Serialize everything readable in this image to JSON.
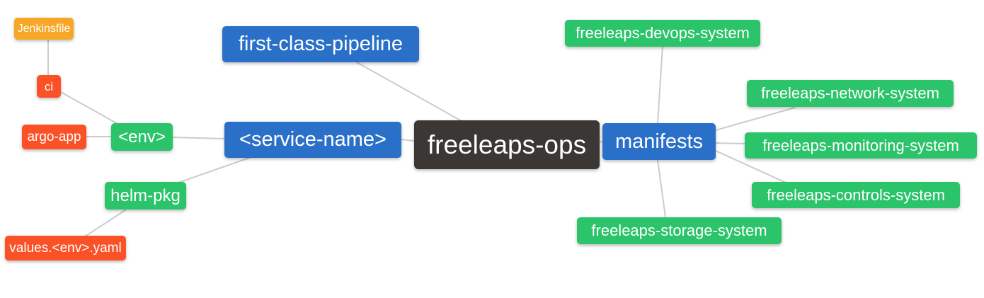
{
  "diagram": {
    "type": "mindmap",
    "background": "#ffffff",
    "colors": {
      "blue": "#2A70C8",
      "green": "#2BC46A",
      "red": "#FA5226",
      "orange": "#F7A626",
      "dark": "#3B3735",
      "edge": "#CCCCCC",
      "text": "#FFFFFF"
    },
    "nodes": {
      "freeleaps_ops": {
        "label": "freeleaps-ops",
        "color": "dark",
        "level": "root"
      },
      "first_class_pipeline": {
        "label": "first-class-pipeline",
        "color": "blue",
        "parent": "freeleaps-ops"
      },
      "service_name": {
        "label": "<service-name>",
        "color": "blue",
        "parent": "freeleaps-ops"
      },
      "manifests": {
        "label": "manifests",
        "color": "blue",
        "parent": "freeleaps-ops"
      },
      "env": {
        "label": "<env>",
        "color": "green",
        "parent": "<service-name>"
      },
      "helm_pkg": {
        "label": "helm-pkg",
        "color": "green",
        "parent": "<service-name>"
      },
      "ci": {
        "label": "ci",
        "color": "red",
        "parent": "<env>"
      },
      "argo_app": {
        "label": "argo-app",
        "color": "red",
        "parent": "<env>"
      },
      "jenkinsfile": {
        "label": "Jenkinsfile",
        "color": "orange",
        "parent": "ci"
      },
      "values_env_yaml": {
        "label": "values.<env>.yaml",
        "color": "red",
        "parent": "helm-pkg"
      },
      "devops_system": {
        "label": "freeleaps-devops-system",
        "color": "green",
        "parent": "manifests"
      },
      "network_system": {
        "label": "freeleaps-network-system",
        "color": "green",
        "parent": "manifests"
      },
      "monitoring_system": {
        "label": "freeleaps-monitoring-system",
        "color": "green",
        "parent": "manifests"
      },
      "controls_system": {
        "label": "freeleaps-controls-system",
        "color": "green",
        "parent": "manifests"
      },
      "storage_system": {
        "label": "freeleaps-storage-system",
        "color": "green",
        "parent": "manifests"
      }
    },
    "edges": [
      [
        "Jenkinsfile",
        "ci"
      ],
      [
        "ci",
        "<env>"
      ],
      [
        "argo-app",
        "<env>"
      ],
      [
        "<env>",
        "<service-name>"
      ],
      [
        "helm-pkg",
        "<service-name>"
      ],
      [
        "values.<env>.yaml",
        "helm-pkg"
      ],
      [
        "first-class-pipeline",
        "freeleaps-ops"
      ],
      [
        "<service-name>",
        "freeleaps-ops"
      ],
      [
        "freeleaps-ops",
        "manifests"
      ],
      [
        "manifests",
        "freeleaps-devops-system"
      ],
      [
        "manifests",
        "freeleaps-network-system"
      ],
      [
        "manifests",
        "freeleaps-monitoring-system"
      ],
      [
        "manifests",
        "freeleaps-controls-system"
      ],
      [
        "manifests",
        "freeleaps-storage-system"
      ]
    ]
  }
}
